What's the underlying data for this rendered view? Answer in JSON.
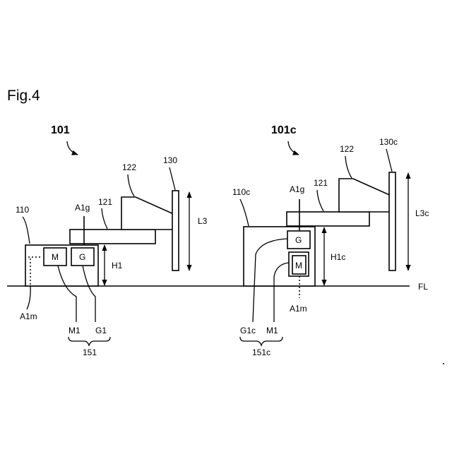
{
  "figure_title": "Fig.4",
  "left": {
    "robot_id": "101",
    "base": "110",
    "arm1": "121",
    "arm2": "122",
    "shaft": "130",
    "axis_g": "A1g",
    "axis_m": "A1m",
    "motor_box": "M",
    "gear_box": "G",
    "height": "H1",
    "length": "L3",
    "motor_label": "M1",
    "gear_label": "G1",
    "group": "151"
  },
  "right": {
    "robot_id": "101c",
    "base": "110c",
    "arm1": "121",
    "arm2": "122",
    "shaft": "130c",
    "axis_g": "A1g",
    "axis_m": "A1m",
    "gear_box": "G",
    "motor_box": "M",
    "height": "H1c",
    "length": "L3c",
    "gear_label": "G1c",
    "motor_label": "M1",
    "group": "151c"
  },
  "floor": "FL"
}
